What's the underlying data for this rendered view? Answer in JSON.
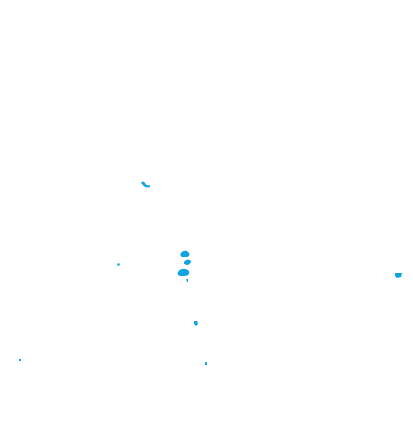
{
  "map": {
    "background_color": "#ffffff",
    "land_color": "#ffffff",
    "water_color": "#0ea5e0",
    "features": [
      {
        "kind": "lake",
        "name": "water-feature-north"
      },
      {
        "kind": "lake",
        "name": "water-feature-west"
      },
      {
        "kind": "lake",
        "name": "water-feature-central-upper"
      },
      {
        "kind": "lake",
        "name": "water-feature-central-mid"
      },
      {
        "kind": "lake",
        "name": "water-feature-central-lower"
      },
      {
        "kind": "lake",
        "name": "water-feature-east"
      },
      {
        "kind": "lake",
        "name": "water-feature-south-central"
      },
      {
        "kind": "lake",
        "name": "water-feature-southwest"
      },
      {
        "kind": "lake",
        "name": "water-feature-south"
      }
    ]
  }
}
